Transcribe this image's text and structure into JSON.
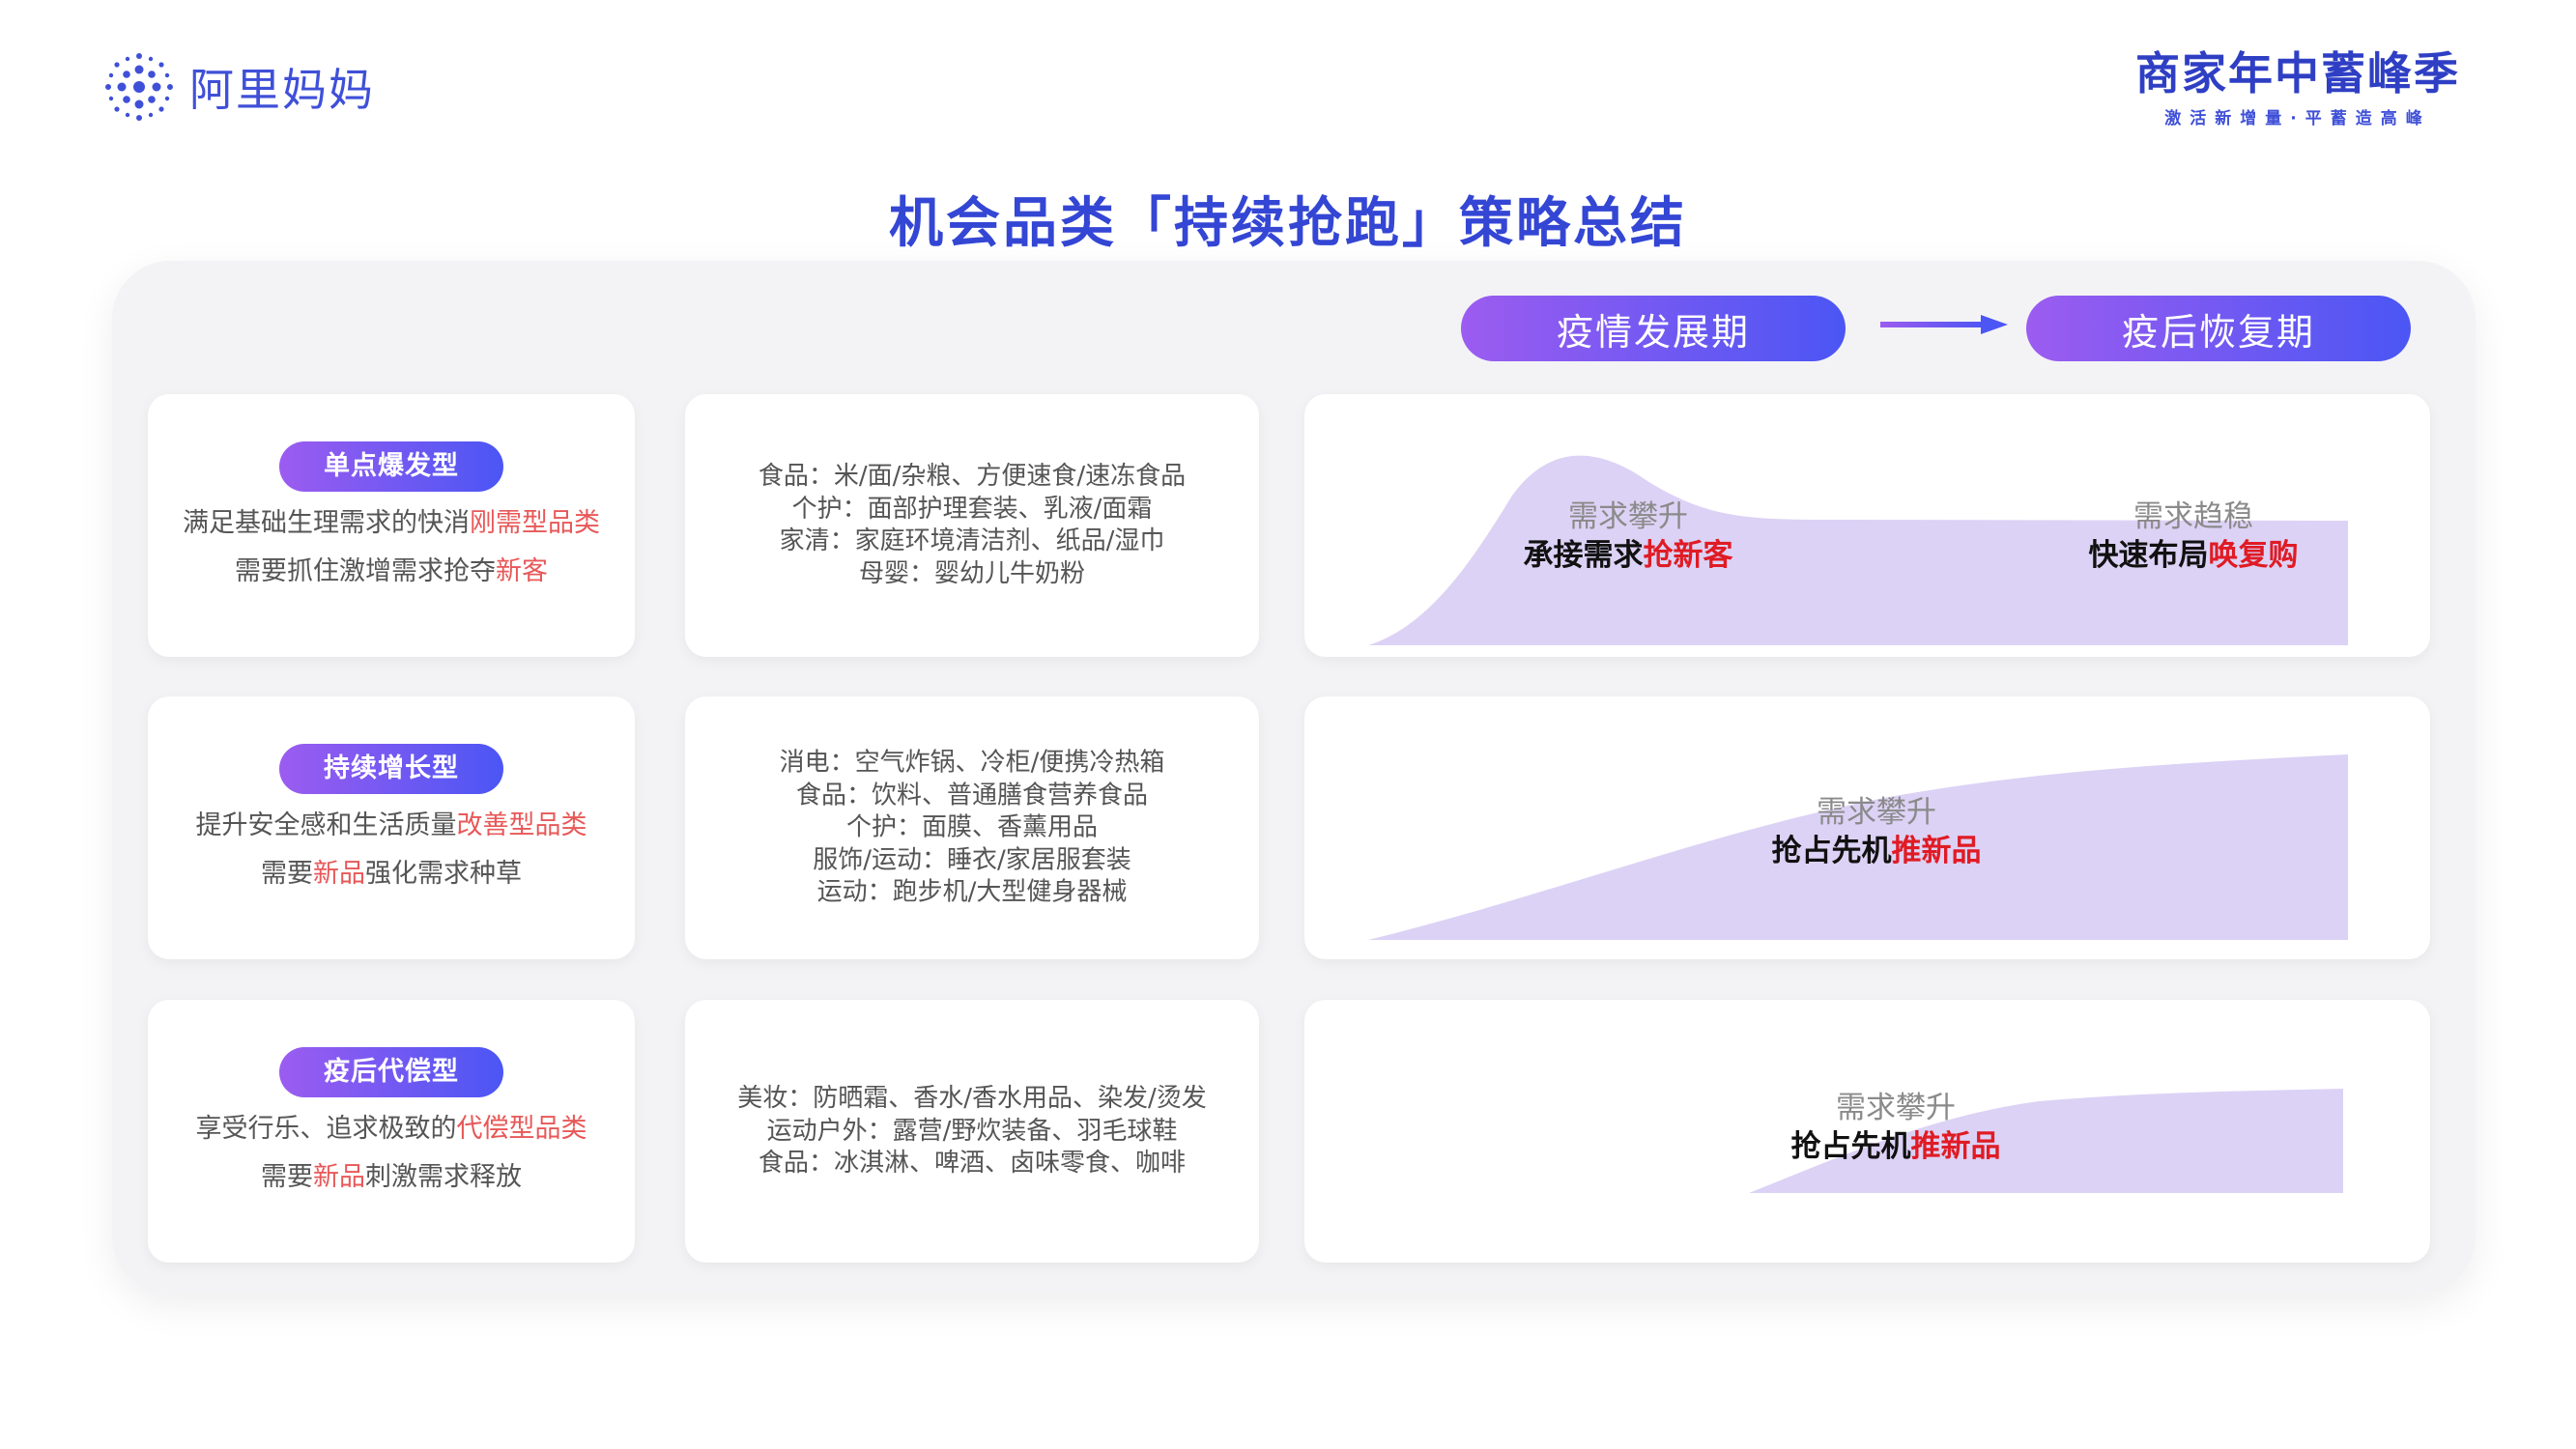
{
  "header": {
    "logo_text": "阿里妈妈",
    "brand_title": "商家年中蓄峰季",
    "brand_subtitle": "激活新增量·平蓄造高峰",
    "title": "机会品类「持续抢跑」策略总结",
    "accent_color": "#3446d4"
  },
  "phases": [
    "疫情发展期",
    "疫后恢复期"
  ],
  "rows": [
    {
      "type": {
        "badge": "单点爆发型",
        "line1_pre": "满足基础生理需求的快消",
        "line1_hl": "刚需型品类",
        "line2_pre": "需要抓住激增需求抢夺",
        "line2_hl": "新客",
        "line2_post": ""
      },
      "examples": [
        "食品：米/面/杂粮、方便速食/速冻食品",
        "个护：面部护理套装、乳液/面霜",
        "家清：家庭环境清洁剂、纸品/湿巾",
        "母婴：婴幼儿牛奶粉"
      ],
      "annotations": [
        {
          "grey": "需求攀升",
          "black": "承接需求",
          "red": "抢新客"
        },
        {
          "grey": "需求趋稳",
          "black": "快速布局",
          "red": "唤复购"
        }
      ]
    },
    {
      "type": {
        "badge": "持续增长型",
        "line1_pre": "提升安全感和生活质量",
        "line1_hl": "改善型品类",
        "line2_pre": "需要",
        "line2_hl": "新品",
        "line2_post": "强化需求种草"
      },
      "examples": [
        "消电：空气炸锅、冷柜/便携冷热箱",
        "食品：饮料、普通膳食营养食品",
        "个护：面膜、香薰用品",
        "服饰/运动：睡衣/家居服套装",
        "运动：跑步机/大型健身器械"
      ],
      "annotations": [
        {
          "grey": "需求攀升",
          "black": "抢占先机",
          "red": "推新品"
        }
      ]
    },
    {
      "type": {
        "badge": "疫后代偿型",
        "line1_pre": "享受行乐、追求极致的",
        "line1_hl": "代偿型品类",
        "line2_pre": "需要",
        "line2_hl": "新品",
        "line2_post": "刺激需求释放"
      },
      "examples": [
        "美妆：防晒霜、香水/香水用品、染发/烫发",
        "运动户外：露营/野炊装备、羽毛球鞋",
        "食品：冰淇淋、啤酒、卤味零食、咖啡"
      ],
      "annotations": [
        {
          "grey": "需求攀升",
          "black": "抢占先机",
          "red": "推新品"
        }
      ]
    }
  ],
  "colors": {
    "pill_gradient_start": "#9c5cf0",
    "pill_gradient_end": "#4b56f4",
    "curve_fill": "#dcd2f5",
    "highlight_red": "#e01b24",
    "highlight_soft_red": "#e85858"
  }
}
